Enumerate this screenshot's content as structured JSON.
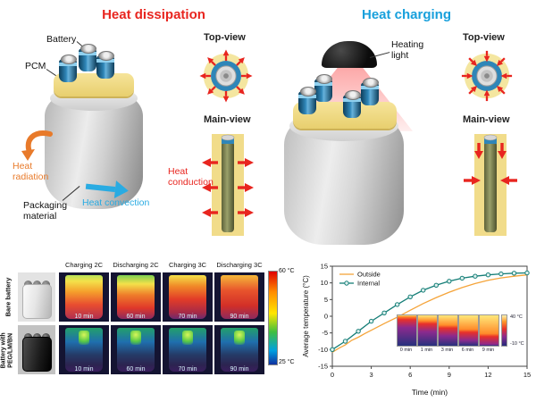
{
  "dissipation": {
    "title": "Heat dissipation",
    "battery_label": "Battery",
    "pcm_label": "PCM",
    "heat_radiation_label": "Heat radiation",
    "packaging_label": "Packaging material",
    "heat_convection_label": "Heat convection",
    "top_view_label": "Top-view",
    "main_view_label": "Main-view",
    "heat_conduction_label": "Heat conduction"
  },
  "charging": {
    "title": "Heat charging",
    "heating_light_label": "Heating light",
    "top_view_label": "Top-view",
    "main_view_label": "Main-view"
  },
  "thermal_panel": {
    "column_headers": [
      "Charging 2C",
      "Discharging 2C",
      "Charging 3C",
      "Discharging 3C"
    ],
    "row_labels": [
      "Bare battery",
      "Battery with PEG/LM/BN"
    ],
    "times": [
      [
        "10 min",
        "60 min",
        "70 min",
        "90 min"
      ],
      [
        "10 min",
        "60 min",
        "70 min",
        "90 min"
      ]
    ],
    "colorbar_top": "60 °C",
    "colorbar_bottom": "25 °C"
  },
  "chart_data": {
    "type": "line",
    "title": "",
    "xlabel": "Time (min)",
    "ylabel": "Average temperature (°C)",
    "xlim": [
      0,
      15
    ],
    "ylim": [
      -15,
      15
    ],
    "x_ticks": [
      0,
      3,
      6,
      9,
      12,
      15
    ],
    "y_ticks": [
      -15,
      -10,
      -5,
      0,
      5,
      10,
      15
    ],
    "grid": false,
    "legend_position": "top-left",
    "series": [
      {
        "name": "Outside",
        "color": "#f5a43a",
        "marker": "none",
        "x": [
          0,
          0.5,
          1,
          1.5,
          2,
          2.5,
          3,
          4,
          5,
          6,
          7,
          8,
          9,
          10,
          11,
          12,
          13,
          14,
          15
        ],
        "y": [
          -10.8,
          -9.6,
          -8.6,
          -7.2,
          -6.3,
          -5.2,
          -4.2,
          -2.2,
          -0.3,
          1.8,
          3.8,
          5.6,
          7.2,
          8.6,
          9.8,
          10.8,
          11.5,
          12.0,
          12.4
        ]
      },
      {
        "name": "Internal",
        "color": "#157e77",
        "marker": "circle",
        "x": [
          0,
          1,
          2,
          3,
          4,
          5,
          6,
          7,
          8,
          9,
          10,
          11,
          12,
          13,
          14,
          15
        ],
        "y": [
          -10.0,
          -7.5,
          -4.5,
          -1.5,
          1.0,
          3.5,
          5.8,
          7.8,
          9.3,
          10.5,
          11.4,
          12.0,
          12.4,
          12.7,
          12.9,
          13.0
        ]
      }
    ],
    "inset": {
      "times": [
        "0 min",
        "1 min",
        "3 min",
        "6 min",
        "9 min"
      ],
      "colorbar_top": "40 °C",
      "colorbar_bottom": "-10 °C"
    }
  }
}
